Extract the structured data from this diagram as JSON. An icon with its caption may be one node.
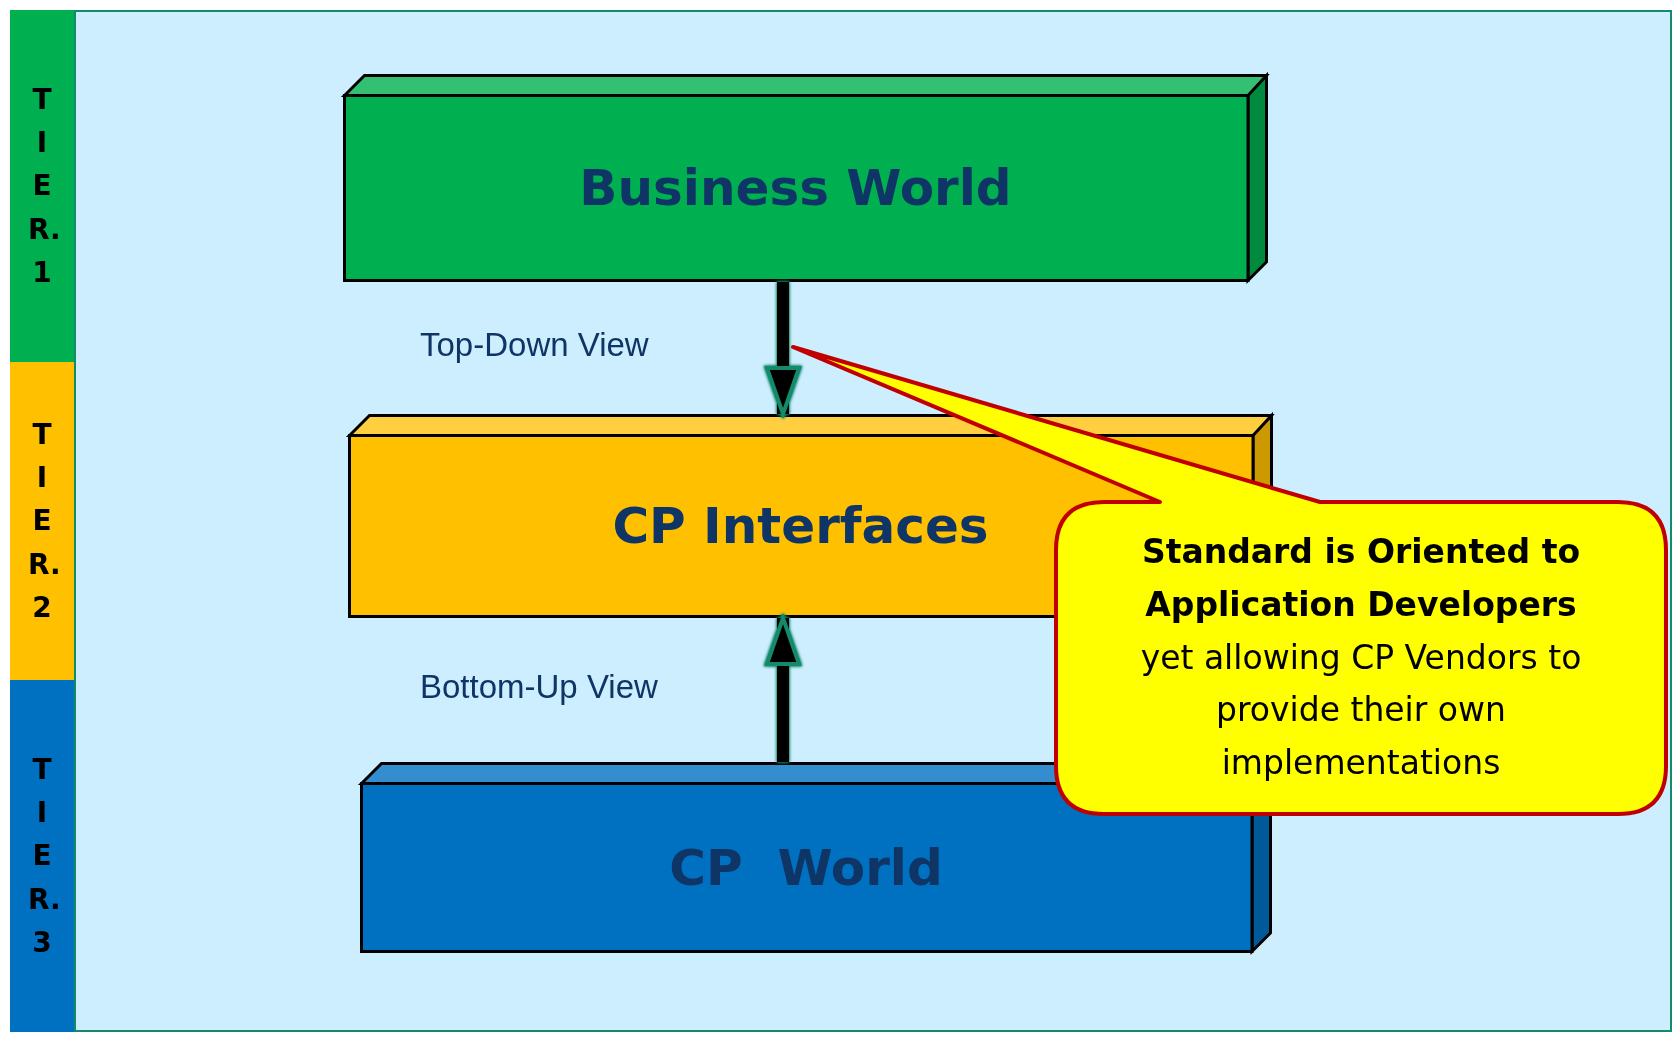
{
  "diagram": {
    "nodes": [
      {
        "text": [
          "TIER.1"
        ]
      },
      {
        "text": [
          "TIER.2"
        ]
      },
      {
        "text": [
          "TIER.3"
        ]
      },
      {
        "text": [
          "Business World"
        ]
      },
      {
        "text": [
          "CP Interfaces"
        ]
      },
      {
        "text": [
          "CP  World"
        ]
      },
      {
        "text": [
          "**Standard is Oriented to Application Developers** yet allowing CP Vendors to provide their own implementations"
        ]
      }
    ],
    "edges": [
      {
        "from": 3,
        "to": 4,
        "arrow": "to",
        "label": "Top-Down View"
      },
      {
        "from": 5,
        "to": 4,
        "arrow": "to",
        "label": "Bottom-Up View"
      }
    ]
  }
}
